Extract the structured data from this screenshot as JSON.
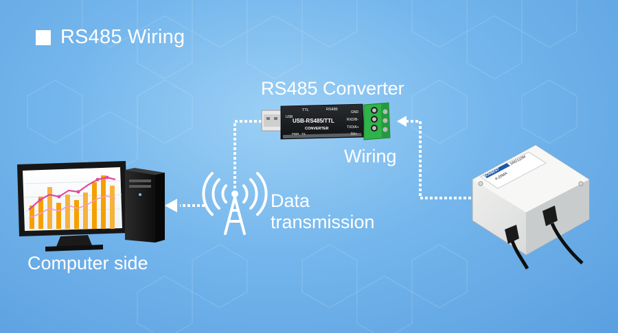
{
  "title": "RS485 Wiring",
  "labels": {
    "converter": "RS485 Converter",
    "wiring": "Wiring",
    "data_line1": "Data",
    "data_line2": "transmission",
    "computer": "Computer side"
  },
  "converter_device": {
    "ttl": "TTL",
    "rs485": "RS485",
    "name": "USB-RS485/TTL",
    "sub": "CONVERTER",
    "usb": "USB",
    "pwr": "PWR",
    "tx": "TX",
    "pins": [
      "GND",
      "RXD/B-",
      "TXD/A+",
      "5V+"
    ]
  },
  "sensor_device": {
    "brand": "SONBEST",
    "model": "SM2110M",
    "signal": "4-20MA"
  },
  "colors": {
    "background": "#74b6ec",
    "text": "#ffffff",
    "terminal_green": "#2fb34a",
    "chart_orange": "#f5a000"
  },
  "icons": [
    "computer-monitor-icon",
    "pc-tower-icon",
    "wireless-antenna-icon",
    "usb-converter-icon",
    "sensor-box-icon",
    "arrow-left-icon"
  ]
}
